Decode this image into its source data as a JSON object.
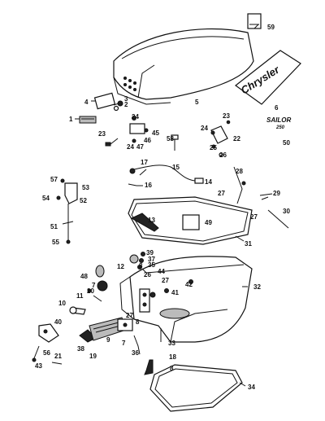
{
  "callouts": {
    "c1": "1",
    "c2": "2",
    "c3": "3",
    "c4": "4",
    "c5": "5",
    "c6": "6",
    "c7": "7",
    "c8": "8",
    "c9": "9",
    "c10": "10",
    "c11": "11",
    "c12": "12",
    "c13": "13",
    "c14": "14",
    "c15": "15",
    "c16": "16",
    "c17": "17",
    "c18": "18",
    "c19": "19",
    "c20": "20",
    "c21": "21",
    "c22": "22",
    "c23": "23",
    "c24": "24",
    "c25": "25",
    "c26": "26",
    "c27": "27",
    "c28": "28",
    "c29": "29",
    "c30": "30",
    "c31": "31",
    "c32": "32",
    "c33": "33",
    "c34": "34",
    "c35": "35",
    "c36": "36",
    "c37": "37",
    "c38": "38",
    "c39": "39",
    "c40": "40",
    "c41": "41",
    "c42": "42",
    "c43": "43",
    "c44": "44",
    "c45": "45",
    "c46": "46",
    "c47": "47",
    "c48": "48",
    "c49": "49",
    "c50": "50",
    "c51": "51",
    "c52": "52",
    "c53": "53",
    "c54": "54",
    "c55": "55",
    "c56": "56",
    "c57": "57",
    "c58": "58",
    "c59": "59"
  },
  "decals": {
    "brand": "Chrysler",
    "model_name": "SAILOR",
    "model_number": "250"
  }
}
